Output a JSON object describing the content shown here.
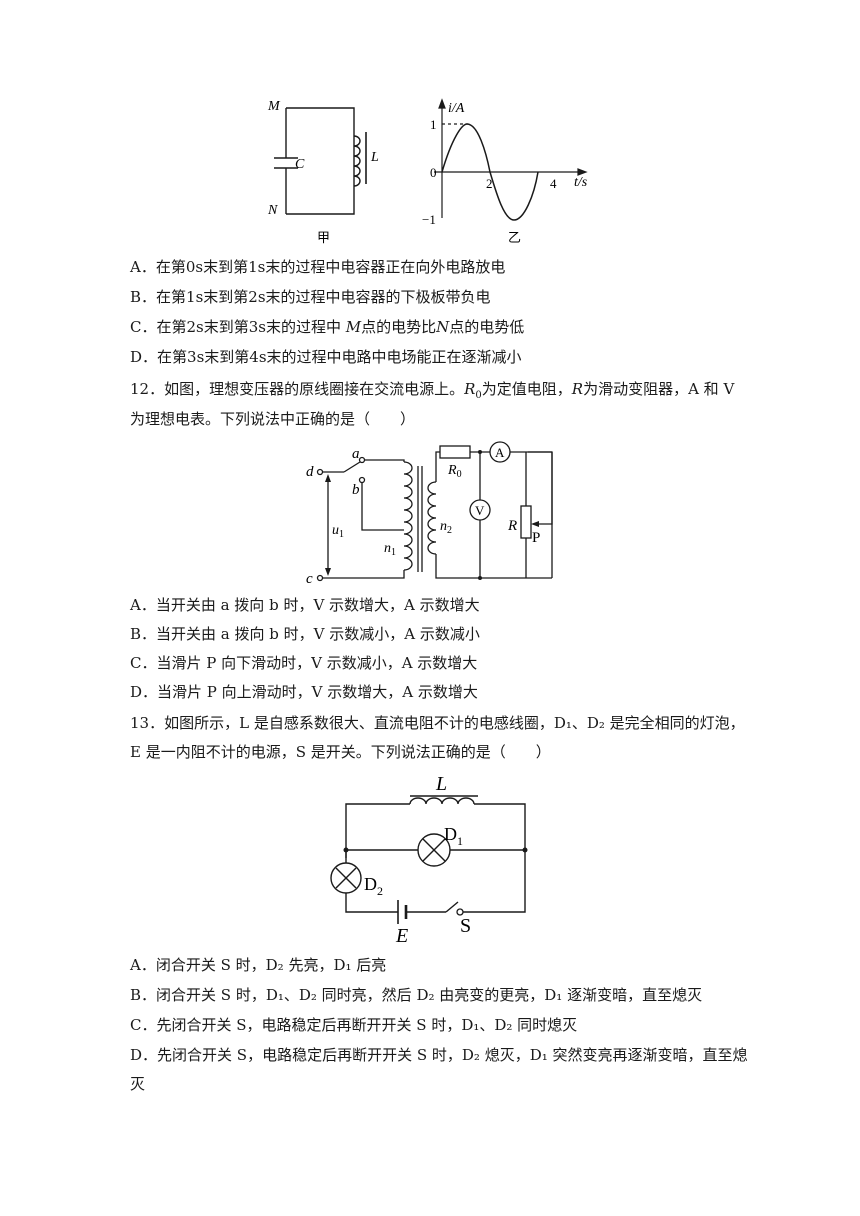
{
  "q11": {
    "fig_jia": {
      "M": "M",
      "N": "N",
      "C": "C",
      "L": "L",
      "caption": "甲"
    },
    "fig_yi": {
      "ylabel": "i/A",
      "xlabel": "t/s",
      "tick_1": "1",
      "tick_0": "0",
      "tick_2": "2",
      "tick_4": "4",
      "tick_m1": "−1",
      "caption": "乙"
    },
    "options": [
      {
        "prefix": "A．在第",
        "n1": "0s",
        "mid": "末到第",
        "n2": "1s",
        "rest": "末的过程中电容器正在向外电路放电"
      },
      {
        "prefix": "B．在第",
        "n1": "1s",
        "mid": "末到第",
        "n2": "2s",
        "rest": "末的过程中电容器的下极板带负电"
      },
      {
        "prefix": "C．在第",
        "n1": "2s",
        "mid": "末到第",
        "n2": "3s",
        "rest": "末的过程中"
      },
      {
        "prefix": "D．在第",
        "n1": "3s",
        "mid": "末到第",
        "n2": "4s",
        "rest": "末的过程中电路中电场能正在逐渐减小"
      }
    ],
    "optC_tail": {
      "M": "M",
      "mid": "点的电势比",
      "N": "N",
      "end": "点的电势低"
    }
  },
  "q12": {
    "stem1_a": "12．如图，理想变压器的原线圈接在交流电源上。",
    "stem1_R0": "R",
    "stem1_R0sub": "0",
    "stem1_b": "为定值电阻，",
    "stem1_R": "R",
    "stem1_c": "为滑动变阻器，A 和 V",
    "stem2": "为理想电表。下列说法中正确的是（　　）",
    "fig": {
      "d": "d",
      "a": "a",
      "b": "b",
      "c": "c",
      "u": "u",
      "usub": "1",
      "n1": "n",
      "n1sub": "1",
      "n2": "n",
      "n2sub": "2",
      "R0": "R",
      "R0sub": "0",
      "A": "A",
      "V": "V",
      "R": "R",
      "P": "P"
    },
    "options": [
      "A．当开关由 a 拨向 b 时，V 示数增大，A 示数增大",
      "B．当开关由 a 拨向 b 时，V 示数减小，A 示数减小",
      "C．当滑片 P 向下滑动时，V 示数减小，A 示数增大",
      "D．当滑片 P 向上滑动时，V 示数增大，A 示数增大"
    ]
  },
  "q13": {
    "stem1": "13．如图所示，L 是自感系数很大、直流电阻不计的电感线圈，D₁、D₂ 是完全相同的灯泡，",
    "stem2": "E 是一内阻不计的电源，S 是开关。下列说法正确的是（　　）",
    "fig": {
      "L": "L",
      "D1": "D",
      "D1sub": "1",
      "D2": "D",
      "D2sub": "2",
      "E": "E",
      "S": "S"
    },
    "options": [
      "A．闭合开关 S 时，D₂ 先亮，D₁ 后亮",
      "B．闭合开关 S 时，D₁、D₂ 同时亮，然后 D₂ 由亮变的更亮，D₁ 逐渐变暗，直至熄灭",
      "C．先闭合开关 S，电路稳定后再断开开关 S 时，D₁、D₂ 同时熄灭",
      "D．先闭合开关 S，电路稳定后再断开开关 S 时，D₂ 熄灭，D₁ 突然变亮再逐渐变暗，直至熄",
      "灭"
    ]
  }
}
